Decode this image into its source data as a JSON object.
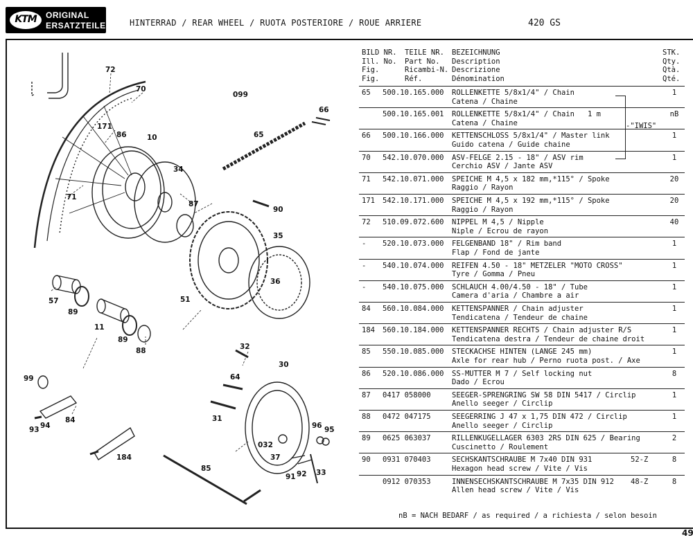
{
  "header": {
    "logo_line1": "ORIGINAL",
    "logo_line2": "ERSATZTEILE",
    "logo_mark": "KTM",
    "title": "HINTERRAD / REAR WHEEL / RUOTA POSTERIORE / ROUE ARRIERE",
    "model": "420 GS"
  },
  "table_header": {
    "fig": "BILD NR.\nIll. No.\nFig.\nFig.",
    "part": "TEILE NR.\nPart No.\nRicambi-N.\nRéf.",
    "desc": "BEZEICHNUNG\nDescription\nDescrizione\nDénomination",
    "qty": "STK.\nQty.\nQtà.\nQté."
  },
  "rows": [
    {
      "fig": "65",
      "part": "500.10.165.000",
      "desc": "ROLLENKETTE 5/8x1/4\" / Chain\nCatena / Chaine",
      "extra": "",
      "qty": "1"
    },
    {
      "fig": "",
      "part": "500.10.165.001",
      "desc": "ROLLENKETTE 5/8x1/4\" / Chain   1 m\nCatena / Chaine",
      "extra": "",
      "qty": "nB"
    },
    {
      "fig": "66",
      "part": "500.10.166.000",
      "desc": "KETTENSCHLOSS 5/8x1/4\" / Master link\nGuido catena / Guide chaine",
      "extra": "",
      "qty": "1"
    },
    {
      "fig": "70",
      "part": "542.10.070.000",
      "desc": "ASV-FELGE 2.15 - 18\" / ASV rim\nCerchio ASV / Jante ASV",
      "extra": "",
      "qty": "1"
    },
    {
      "fig": "71",
      "part": "542.10.071.000",
      "desc": "SPEICHE M 4,5 x 182 mm,*115° / Spoke\nRaggio / Rayon",
      "extra": "",
      "qty": "20"
    },
    {
      "fig": "171",
      "part": "542.10.171.000",
      "desc": "SPEICHE M 4,5 x 192 mm,*115° / Spoke\nRaggio / Rayon",
      "extra": "",
      "qty": "20"
    },
    {
      "fig": "72",
      "part": "510.09.072.600",
      "desc": "NIPPEL M 4,5 / Nipple\nNiple / Ecrou de rayon",
      "extra": "",
      "qty": "40"
    },
    {
      "fig": "-",
      "part": "520.10.073.000",
      "desc": "FELGENBAND 18\" / Rim band\nFlap / Fond de jante",
      "extra": "",
      "qty": "1"
    },
    {
      "fig": "-",
      "part": "540.10.074.000",
      "desc": "REIFEN 4.50 - 18\" METZELER \"MOTO CROSS\"\nTyre / Gomma / Pneu",
      "extra": "",
      "qty": "1"
    },
    {
      "fig": "-",
      "part": "540.10.075.000",
      "desc": "SCHLAUCH 4.00/4.50 - 18\" / Tube\nCamera d'aria / Chambre a air",
      "extra": "",
      "qty": "1"
    },
    {
      "fig": "84",
      "part": "560.10.084.000",
      "desc": "KETTENSPANNER / Chain adjuster\nTendicatena / Tendeur de chaine",
      "extra": "",
      "qty": "1"
    },
    {
      "fig": "184",
      "part": "560.10.184.000",
      "desc": "KETTENSPANNER RECHTS / Chain adjuster R/S\nTendicatena destra / Tendeur de chaine droit",
      "extra": "",
      "qty": "1"
    },
    {
      "fig": "85",
      "part": "550.10.085.000",
      "desc": "STECKACHSE HINTEN (LANGE 245 mm)\nAxle for rear hub / Perno ruota post. / Axe",
      "extra": "",
      "qty": "1"
    },
    {
      "fig": "86",
      "part": "520.10.086.000",
      "desc": "SS-MUTTER M 7 / Self locking nut\nDado / Ecrou",
      "extra": "",
      "qty": "8"
    },
    {
      "fig": "87",
      "part": "0417 058000",
      "desc": "SEEGER-SPRENGRING SW 58 DIN 5417 / Circlip\nAnello seeger / Circlip",
      "extra": "",
      "qty": "1"
    },
    {
      "fig": "88",
      "part": "0472 047175",
      "desc": "SEEGERRING J 47 x 1,75 DIN 472 / Circlip\nAnello seeger / Circlip",
      "extra": "",
      "qty": "1"
    },
    {
      "fig": "89",
      "part": "0625 063037",
      "desc": "RILLENKUGELLAGER 6303 2RS DIN 625 / Bearing\nCuscinetto / Roulement",
      "extra": "",
      "qty": "2"
    },
    {
      "fig": "90",
      "part": "0931 070403",
      "desc": "SECHSKANTSCHRAUBE M 7x40 DIN 931\nHexagon head screw / Vite / Vis",
      "extra": "52-Z",
      "qty": "8"
    },
    {
      "fig": "",
      "part": "0912 070353",
      "desc": "INNENSECHSKANTSCHRAUBE M 7x35 DIN 912\nAllen head screw / Vite / Vis",
      "extra": "48-Z",
      "qty": "8"
    }
  ],
  "iwis_label": "-\"IWIS\"",
  "footnote": "nB = NACH BEDARF / as required / a richiesta / selon besoin",
  "page_number": "49",
  "callouts": [
    "72",
    "70",
    "099",
    "66",
    "171",
    "86",
    "10",
    "65",
    "34",
    "71",
    "87",
    "90",
    "35",
    "36",
    "51",
    "57",
    "89",
    "11",
    "89",
    "88",
    "32",
    "30",
    "64",
    "99",
    "31",
    "94",
    "84",
    "93",
    "96",
    "95",
    "032",
    "37",
    "184",
    "85",
    "91",
    "92",
    "33"
  ]
}
